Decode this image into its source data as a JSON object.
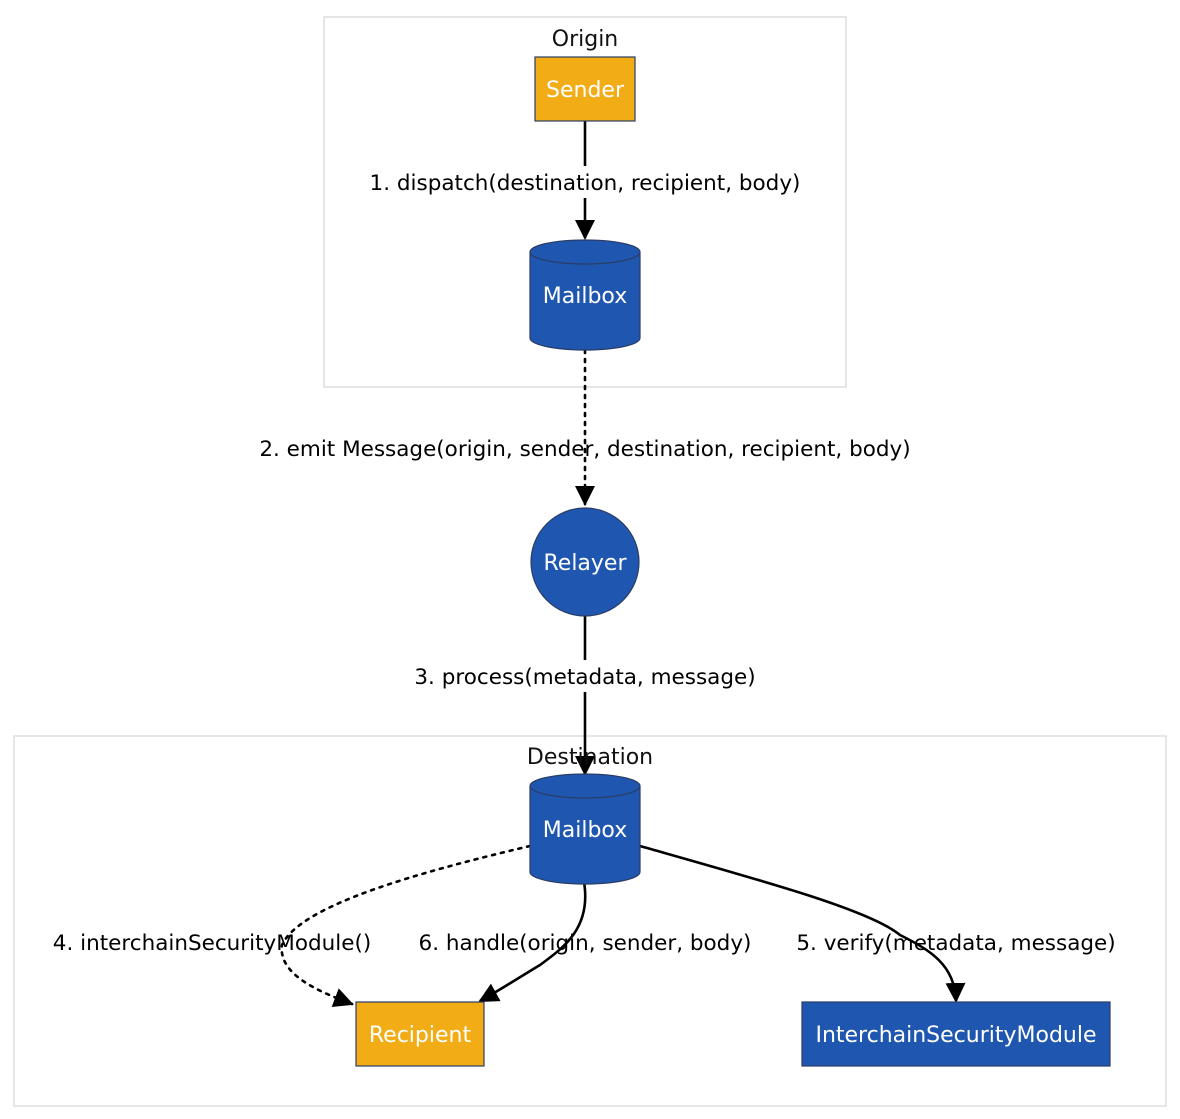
{
  "colors": {
    "actor": "#f2ac16",
    "contract": "#1f57b0",
    "node_stroke": "#2a3d66",
    "cluster_stroke": "#dddddd"
  },
  "clusters": {
    "origin": {
      "label": "Origin"
    },
    "destination": {
      "label": "Destination"
    }
  },
  "nodes": {
    "sender": {
      "label": "Sender"
    },
    "origin_mailbox": {
      "label": "Mailbox"
    },
    "relayer": {
      "label": "Relayer"
    },
    "destination_mailbox": {
      "label": "Mailbox"
    },
    "recipient": {
      "label": "Recipient"
    },
    "ism": {
      "label": "InterchainSecurityModule"
    }
  },
  "edges": {
    "dispatch": {
      "label": "1. dispatch(destination, recipient, body)"
    },
    "emit": {
      "label": "2. emit Message(origin, sender, destination, recipient, body)"
    },
    "process": {
      "label": "3. process(metadata, message)"
    },
    "ism_query": {
      "label": "4. interchainSecurityModule()"
    },
    "verify": {
      "label": "5. verify(metadata, message)"
    },
    "handle": {
      "label": "6. handle(origin, sender, body)"
    }
  }
}
